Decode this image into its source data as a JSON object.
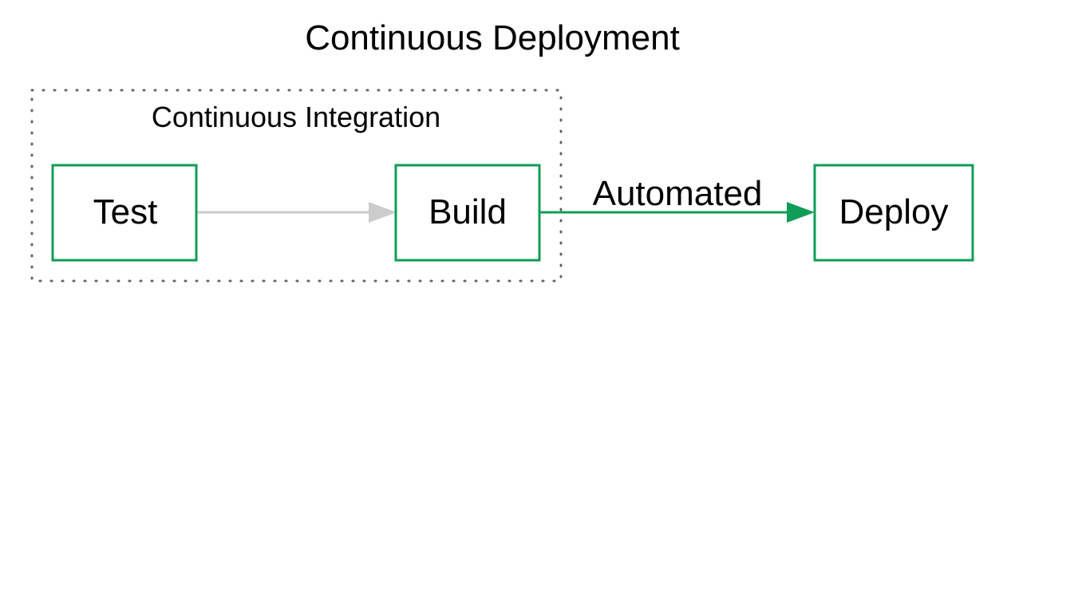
{
  "diagram": {
    "title": "Continuous Deployment",
    "group_label": "Continuous Integration",
    "nodes": {
      "test": "Test",
      "build": "Build",
      "deploy": "Deploy"
    },
    "edges": {
      "build_to_deploy_label": "Automated"
    }
  },
  "colors": {
    "node_border": "#0f9d58",
    "edge_automated": "#0f9d58",
    "edge_default": "#cccccc",
    "group_border": "#666666",
    "text": "#000000"
  }
}
